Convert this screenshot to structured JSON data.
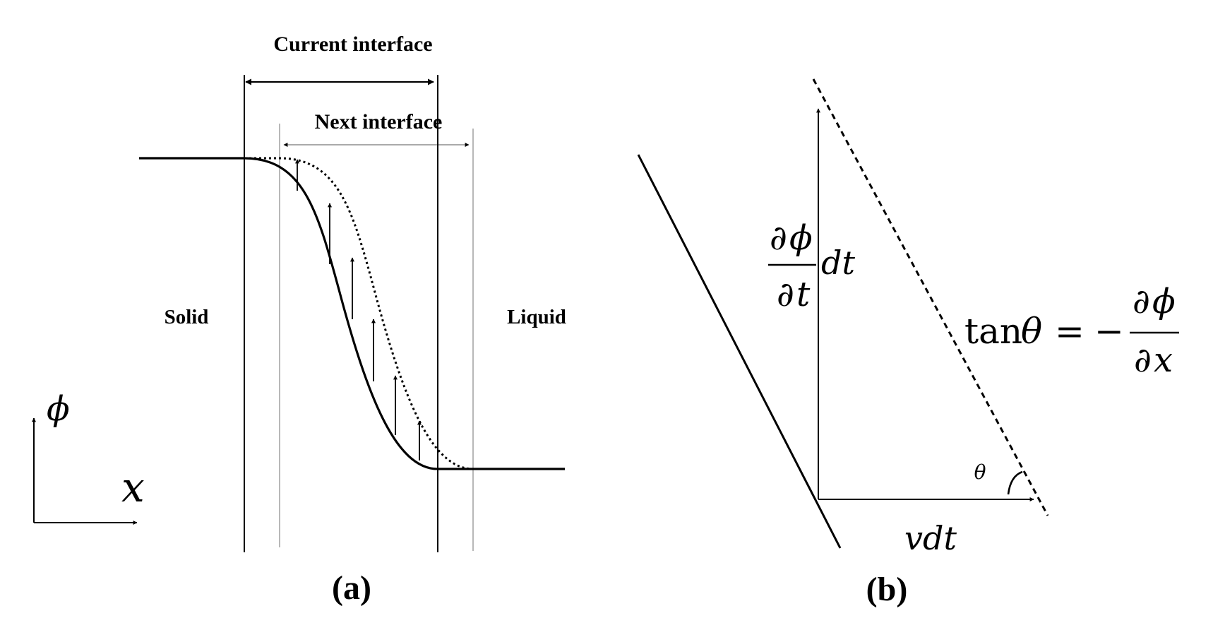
{
  "panel_a": {
    "caption": "(a)",
    "current_interface_label": "Current interface",
    "next_interface_label": "Next interface",
    "solid_label": "Solid",
    "liquid_label": "Liquid",
    "axis_y_symbol": "ϕ",
    "axis_x_symbol": "x"
  },
  "panel_b": {
    "caption": "(b)",
    "partial": "∂",
    "phi": "ϕ",
    "dt_denominator": "t",
    "dt_label": "dt",
    "vdt_label": "vdt",
    "theta_label": "θ",
    "tan_text": "tan",
    "theta_symbol": "θ",
    "equals": "=",
    "minus": "−",
    "x_symbol": "x"
  },
  "colors": {
    "ink": "#000000",
    "guide": "#9a9a9a",
    "background": "#ffffff"
  }
}
